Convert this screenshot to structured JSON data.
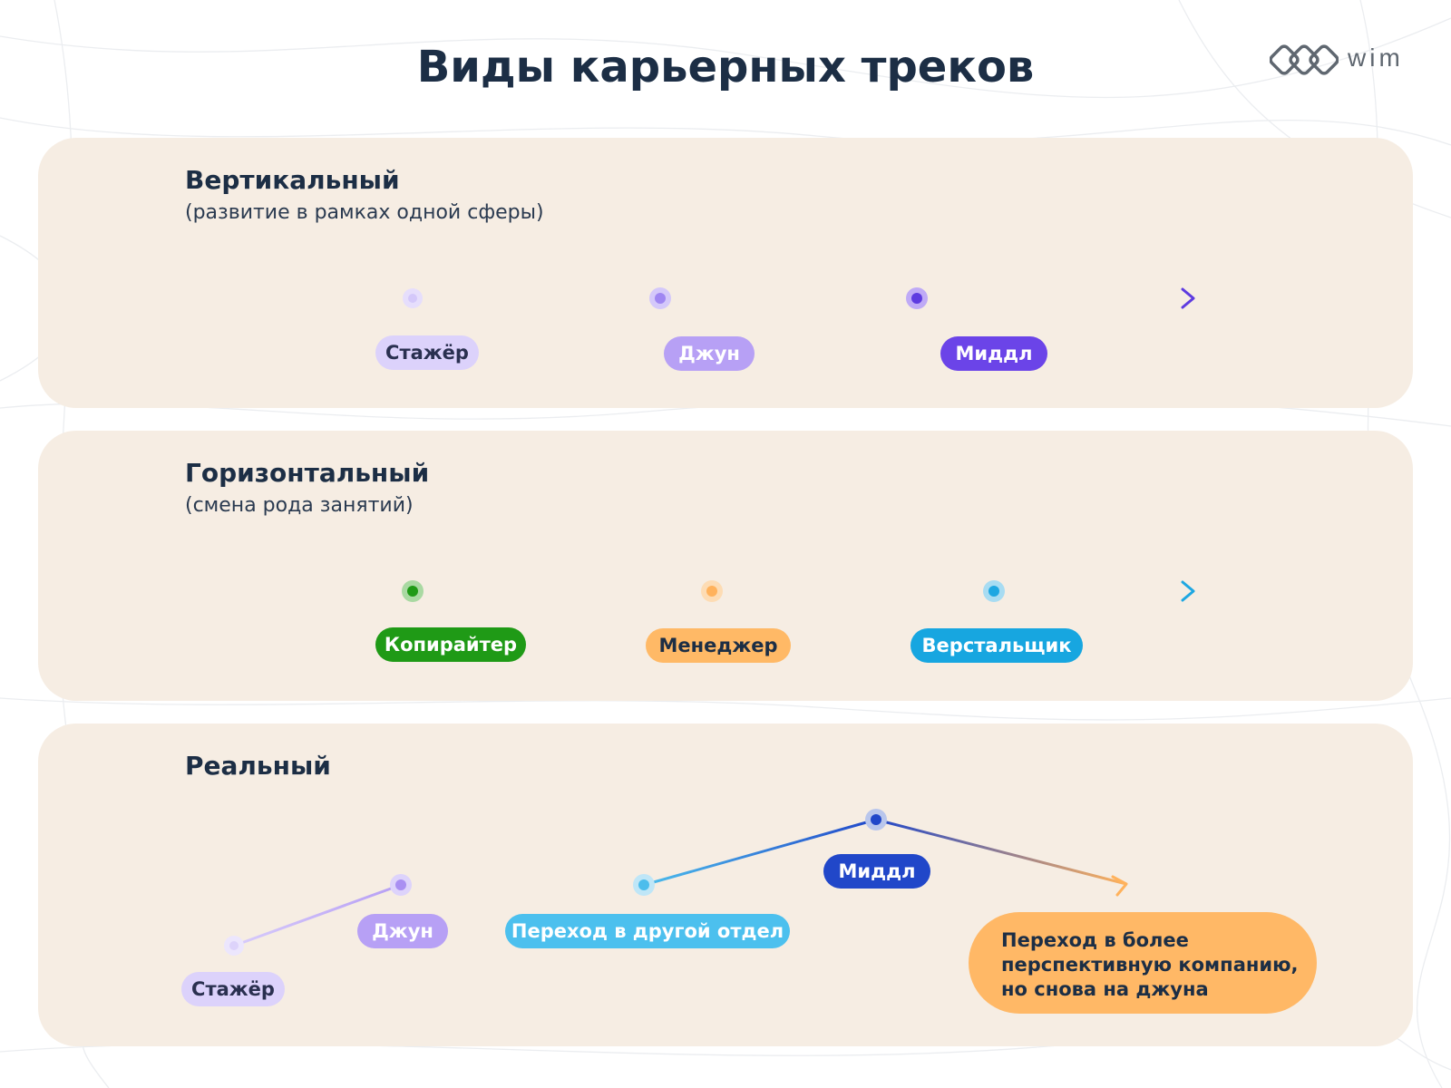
{
  "title": "Виды карьерных треков",
  "logo": {
    "text": "wim",
    "icon": "wim-logo-icon"
  },
  "panels": [
    {
      "id": "vertical",
      "title": "Вертикальный",
      "subtitle": "(развитие в рамках одной сферы)",
      "stages": [
        {
          "label": "Стажёр",
          "bg": "#dcd2fb",
          "fg": "#2a3050"
        },
        {
          "label": "Джун",
          "bg": "#b7a0f5",
          "fg": "#ffffff"
        },
        {
          "label": "Миддл",
          "bg": "#6b44e8",
          "fg": "#ffffff"
        }
      ],
      "line_colors": [
        "#c3b2f8",
        "#5e3be0"
      ]
    },
    {
      "id": "horizontal",
      "title": "Горизонтальный",
      "subtitle": "(смена рода занятий)",
      "stages": [
        {
          "label": "Копирайтер",
          "bg": "#1f9a16",
          "fg": "#ffffff"
        },
        {
          "label": "Менеджер",
          "bg": "#ffb966",
          "fg": "#1c2e45"
        },
        {
          "label": "Верстальщик",
          "bg": "#17a6e0",
          "fg": "#ffffff"
        }
      ],
      "line_colors": [
        "#1f9a16",
        "#ffb25c",
        "#1ea7e2"
      ]
    },
    {
      "id": "real",
      "title": "Реальный",
      "stages": [
        {
          "label": "Стажёр",
          "bg": "#dcd2fb",
          "fg": "#2a3050"
        },
        {
          "label": "Джун",
          "bg": "#b7a0f5",
          "fg": "#ffffff"
        },
        {
          "label": "Переход в другой отдел",
          "bg": "#4cc0ee",
          "fg": "#ffffff"
        },
        {
          "label": "Миддл",
          "bg": "#2147c9",
          "fg": "#ffffff"
        },
        {
          "label": "Переход в более перспективную компанию, но снова на джуна",
          "bg": "#ffb866",
          "fg": "#1c2e45"
        }
      ],
      "bubble_lines": [
        "Переход в более",
        "перспективную компанию,",
        "но снова на джуна"
      ],
      "line_colors": [
        "#c8b8f9",
        "#b69ef4",
        "#4cbdec",
        "#2147c9",
        "#ffb25c"
      ]
    }
  ]
}
